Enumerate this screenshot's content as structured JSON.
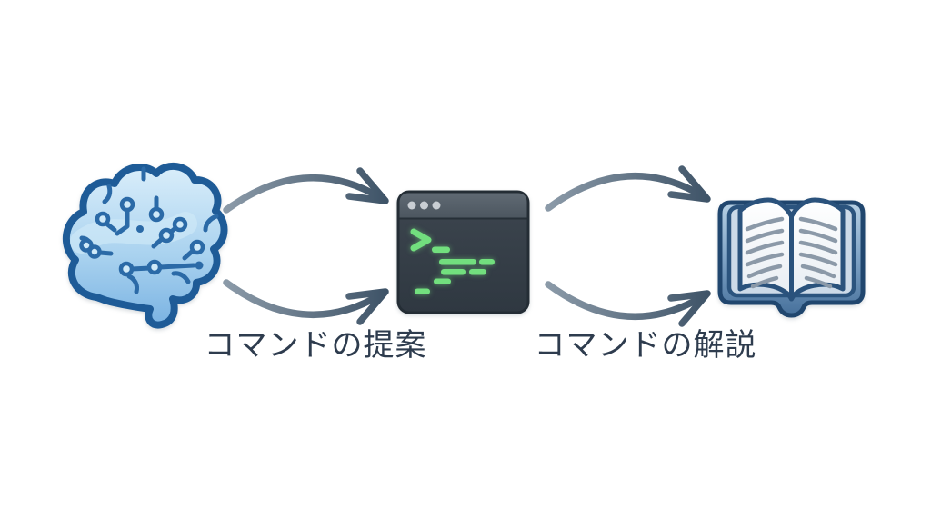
{
  "diagram": {
    "type": "flow",
    "background_color": "#ffffff",
    "nodes": [
      {
        "id": "ai-brain",
        "icon": "ai-brain-icon"
      },
      {
        "id": "terminal",
        "icon": "terminal-window-icon"
      },
      {
        "id": "open-book",
        "icon": "open-book-icon"
      }
    ],
    "edges": [
      {
        "from": "ai-brain",
        "to": "terminal",
        "label": "コマンドの提案",
        "arrow_style": "double-curved-right"
      },
      {
        "from": "terminal",
        "to": "open-book",
        "label": "コマンドの解説",
        "arrow_style": "double-curved-right"
      }
    ],
    "colors": {
      "arrow_start": "#8b9aa8",
      "arrow_end": "#3f5468",
      "label_text": "#2e3c4e",
      "brain_fill_light": "#d6ecfa",
      "brain_fill_dark": "#7fb7e6",
      "brain_outline": "#1e5b97",
      "terminal_body": "#353e47",
      "terminal_titlebar": "#59636d",
      "terminal_green": "#72df7e",
      "book_cover_light": "#b7d0e4",
      "book_cover_dark": "#46709b",
      "book_outline": "#20466e",
      "book_page": "#f6f8fa",
      "page_line": "#8b99a8"
    }
  }
}
